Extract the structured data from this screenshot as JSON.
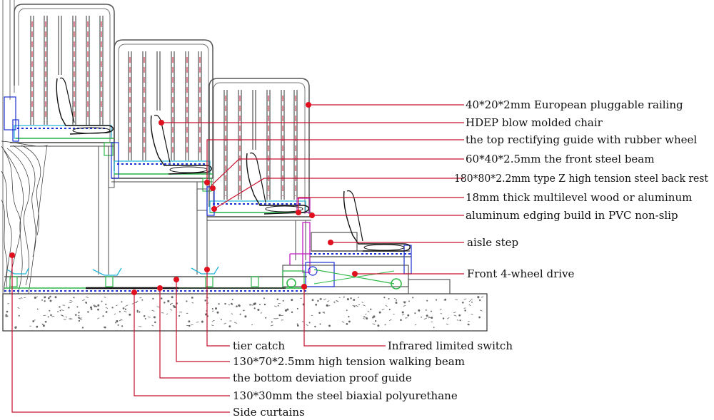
{
  "colors": {
    "leader": "#c8102e",
    "dot": "#e0101e",
    "structure": "#666666",
    "beam": "#1a2fd6",
    "chair": "#111111",
    "green": "#2fb84a",
    "cyan": "#1fb4d8",
    "magenta": "#c01fc0",
    "concrete": "#555555"
  },
  "labels": {
    "railing": "40*20*2mm European pluggable railing",
    "chair": "HDEP blow molded chair",
    "top_guide": "the top rectifying guide with rubber wheel",
    "front_beam": "60*40*2.5mm the front steel beam",
    "back_rest": "180*80*2.2mm type Z high tension steel back rest",
    "wood": "18mm thick multilevel wood or aluminum",
    "edging": "aluminum edging build in PVC non-slip",
    "aisle_step": "aisle step",
    "drive": "Front 4-wheel drive",
    "tier_catch": "tier catch",
    "infrared": "Infrared limited switch",
    "walking_beam": "130*70*2.5mm high tension walking beam",
    "bottom_guide": "the bottom deviation proof guide",
    "polyurethane": "130*30mm the steel biaxial polyurethane",
    "side_curtains": "Side curtains"
  }
}
